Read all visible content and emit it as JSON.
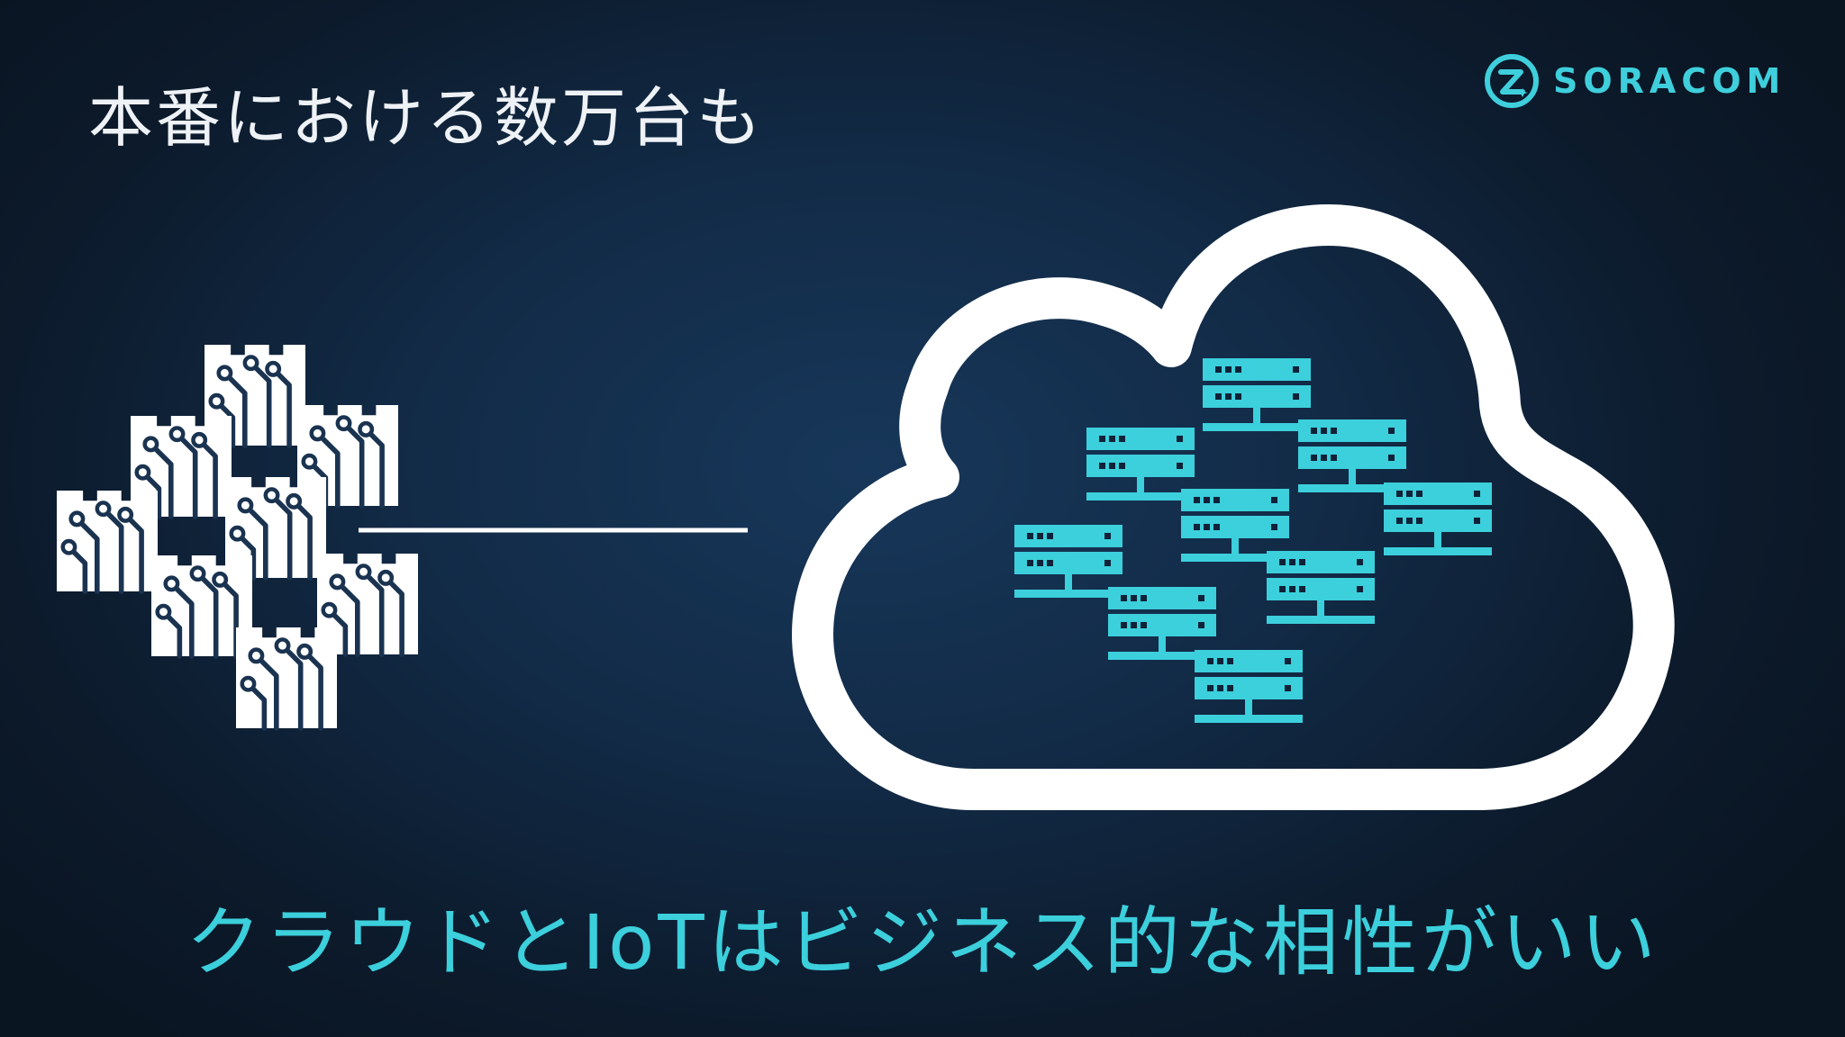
{
  "slide": {
    "title": "本番における数万台も",
    "subtitle": "クラウドとIoTはビジネス的な相性がいい"
  },
  "logo": {
    "text": "SORACOM",
    "icon": "soracom-logo-icon"
  },
  "icons": {
    "device_cluster": "sim-chip-icon",
    "cloud": "cloud-outline-icon",
    "server": "server-stack-icon",
    "link": "connection-line"
  },
  "colors": {
    "background": "#122b47",
    "title_text": "#eef2f6",
    "accent": "#3ccfdc",
    "outline": "#ffffff"
  }
}
